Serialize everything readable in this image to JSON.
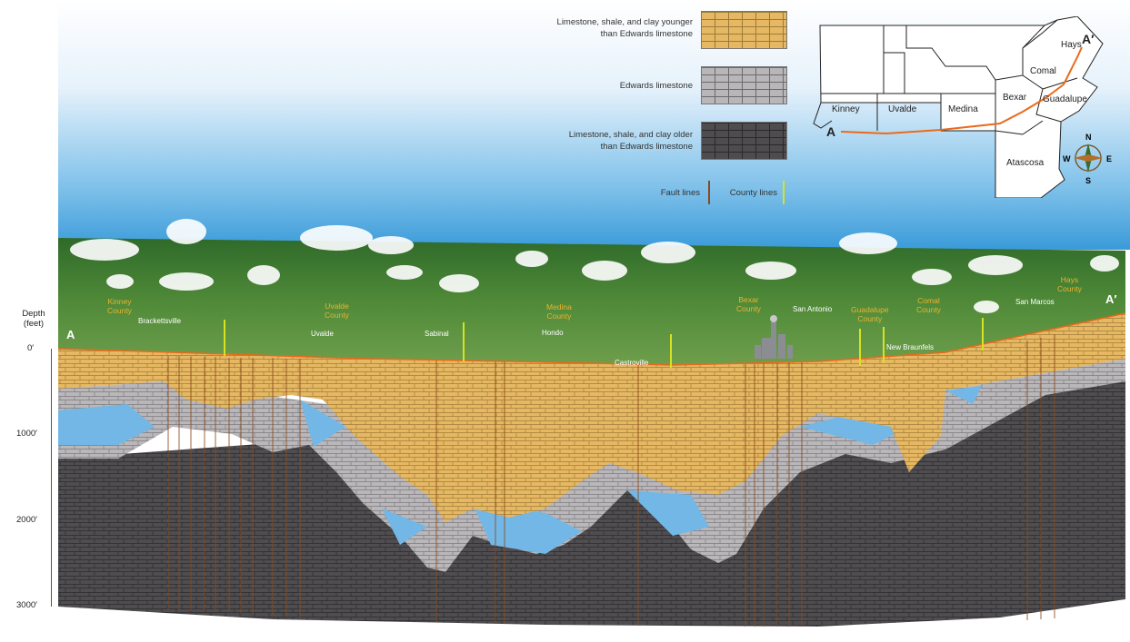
{
  "legend": {
    "young": "Limestone, shale, and clay younger than Edwards limestone",
    "edwards": "Edwards limestone",
    "old": "Limestone, shale, and clay older than Edwards limestone",
    "fault": "Fault lines",
    "county": "County lines"
  },
  "colors": {
    "young": "#e6b863",
    "edwards": "#b9b7ba",
    "old": "#4f4d50",
    "water": "#73b7e6",
    "fault_line": "#8b4a1c",
    "county_line": "#d8e21e",
    "section_line": "#ea6a1a"
  },
  "map": {
    "counties": [
      "Kinney",
      "Uvalde",
      "Medina",
      "Bexar",
      "Comal",
      "Hays",
      "Guadalupe",
      "Atascosa"
    ],
    "start_marker": "A",
    "end_marker": "A′",
    "compass": {
      "n": "N",
      "s": "S",
      "e": "E",
      "w": "W"
    }
  },
  "section": {
    "start_marker": "A",
    "end_marker": "A′",
    "depth_title": "Depth\n(feet)",
    "depth_ticks": [
      "0′",
      "1000′",
      "2000′",
      "3000′"
    ],
    "counties": [
      "Kinney\nCounty",
      "Uvalde\nCounty",
      "Medina\nCounty",
      "Bexar\nCounty",
      "Guadalupe\nCounty",
      "Comal\nCounty",
      "Hays\nCounty"
    ],
    "towns": [
      "Brackettsville",
      "Uvalde",
      "Sabinal",
      "Hondo",
      "Castroville",
      "San Antonio",
      "New Braunfels",
      "San Marcos"
    ]
  }
}
